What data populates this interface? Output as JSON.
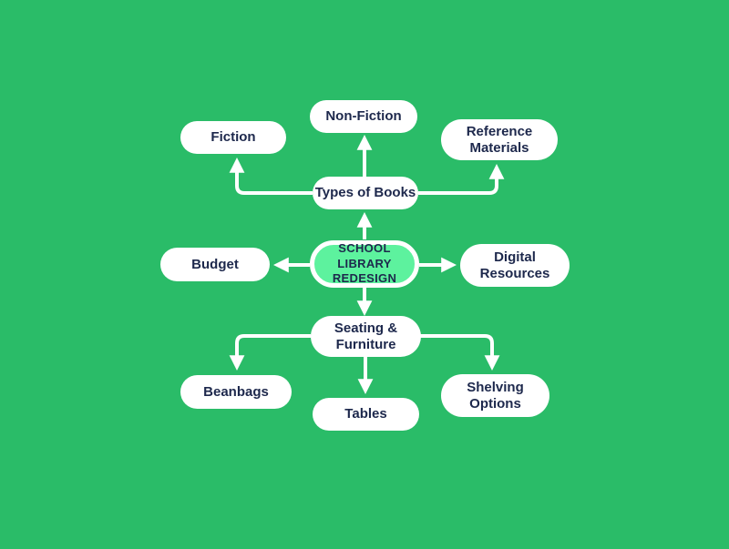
{
  "colors": {
    "background": "#2abc68",
    "node_fill": "#ffffff",
    "center_node_fill": "#5df29e",
    "text": "#1d284c",
    "connector": "#ffffff"
  },
  "nodes": {
    "center": {
      "label": "SCHOOL LIBRARY\nREDESIGN"
    },
    "types_of_books": {
      "label": "Types of Books"
    },
    "fiction": {
      "label": "Fiction"
    },
    "non_fiction": {
      "label": "Non-Fiction"
    },
    "reference_materials": {
      "label": "Reference\nMaterials"
    },
    "budget": {
      "label": "Budget"
    },
    "digital_resources": {
      "label": "Digital\nResources"
    },
    "seating_furniture": {
      "label": "Seating &\nFurniture"
    },
    "beanbags": {
      "label": "Beanbags"
    },
    "tables": {
      "label": "Tables"
    },
    "shelving_options": {
      "label": "Shelving\nOptions"
    }
  },
  "edges": [
    {
      "from": "center",
      "to": "types_of_books"
    },
    {
      "from": "types_of_books",
      "to": "fiction"
    },
    {
      "from": "types_of_books",
      "to": "non_fiction"
    },
    {
      "from": "types_of_books",
      "to": "reference_materials"
    },
    {
      "from": "center",
      "to": "budget"
    },
    {
      "from": "center",
      "to": "digital_resources"
    },
    {
      "from": "center",
      "to": "seating_furniture"
    },
    {
      "from": "seating_furniture",
      "to": "beanbags"
    },
    {
      "from": "seating_furniture",
      "to": "tables"
    },
    {
      "from": "seating_furniture",
      "to": "shelving_options"
    }
  ]
}
